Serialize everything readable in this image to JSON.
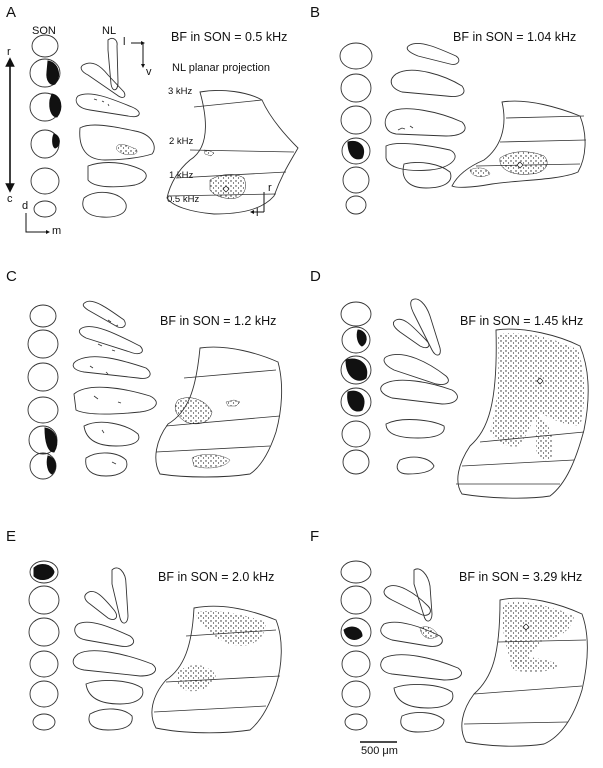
{
  "figure": {
    "son_label": "SON",
    "nl_label": "NL",
    "projection_label": "NL planar projection",
    "axes": {
      "r": "r",
      "c": "c",
      "d": "d",
      "m": "m",
      "l": "l",
      "v": "v"
    },
    "freq_labels": [
      "3 kHz",
      "2 kHz",
      "1 kHz",
      "0.5 kHz"
    ],
    "scale_bar": "500 μm"
  },
  "panels": [
    {
      "letter": "A",
      "bf": "BF in SON = 0.5 kHz"
    },
    {
      "letter": "B",
      "bf": "BF in SON = 1.04 kHz"
    },
    {
      "letter": "C",
      "bf": "BF in SON = 1.2 kHz"
    },
    {
      "letter": "D",
      "bf": "BF in SON = 1.45 kHz"
    },
    {
      "letter": "E",
      "bf": "BF in SON = 2.0 kHz"
    },
    {
      "letter": "F",
      "bf": "BF in SON = 3.29 kHz"
    }
  ]
}
